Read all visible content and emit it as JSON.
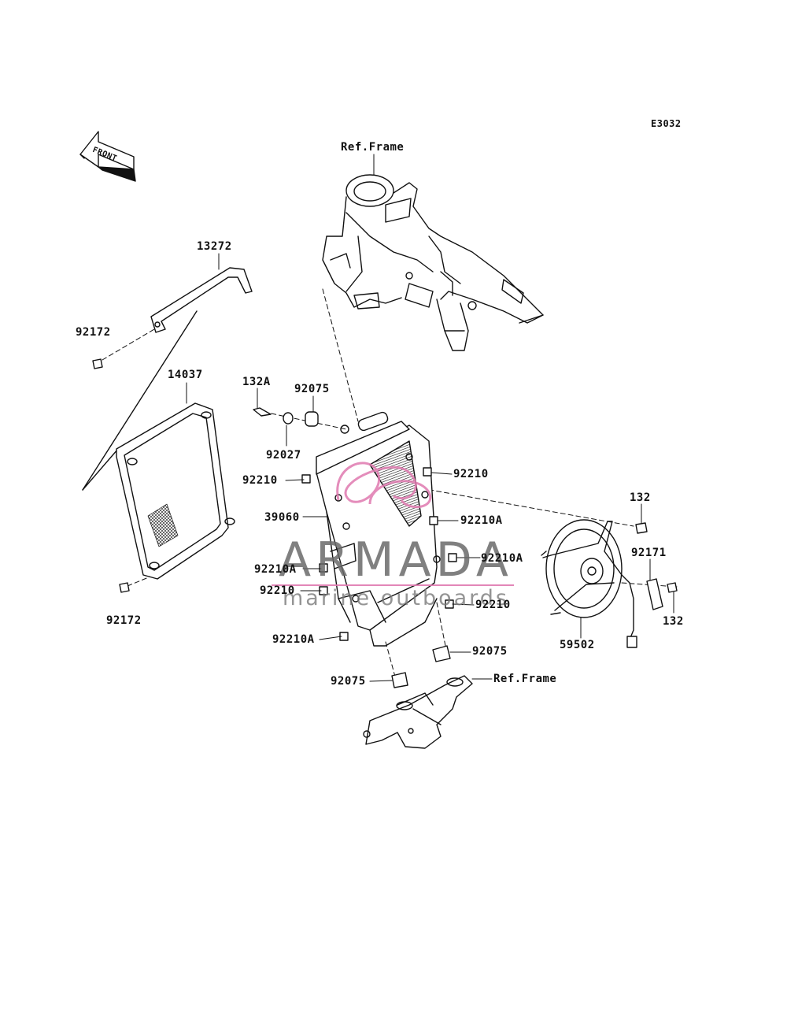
{
  "diagram_code": "E3032",
  "orientation_label": "FRONT",
  "watermark": {
    "title": "ARMADA",
    "subtitle": "marine outboards"
  },
  "parts": [
    {
      "id": "ref-frame-top",
      "label": "Ref.Frame"
    },
    {
      "id": "p13272",
      "label": "13272"
    },
    {
      "id": "p92172-top",
      "label": "92172"
    },
    {
      "id": "p14037",
      "label": "14037"
    },
    {
      "id": "p92172-bottom",
      "label": "92172"
    },
    {
      "id": "p132a",
      "label": "132A"
    },
    {
      "id": "p92075-top",
      "label": "92075"
    },
    {
      "id": "p92027",
      "label": "92027"
    },
    {
      "id": "p92210-left",
      "label": "92210"
    },
    {
      "id": "p39060",
      "label": "39060"
    },
    {
      "id": "p92210a-left1",
      "label": "92210A"
    },
    {
      "id": "p92210-left2",
      "label": "92210"
    },
    {
      "id": "p92210a-left2",
      "label": "92210A"
    },
    {
      "id": "p92210-right1",
      "label": "92210"
    },
    {
      "id": "p92210a-right1",
      "label": "92210A"
    },
    {
      "id": "p92210a-right2",
      "label": "92210A"
    },
    {
      "id": "p92210-right2",
      "label": "92210"
    },
    {
      "id": "p92075-right",
      "label": "92075"
    },
    {
      "id": "p92075-bottom",
      "label": "92075"
    },
    {
      "id": "ref-frame-bottom",
      "label": "Ref.Frame"
    },
    {
      "id": "p132-top",
      "label": "132"
    },
    {
      "id": "p92171",
      "label": "92171"
    },
    {
      "id": "p132-right",
      "label": "132"
    },
    {
      "id": "p59502",
      "label": "59502"
    }
  ]
}
